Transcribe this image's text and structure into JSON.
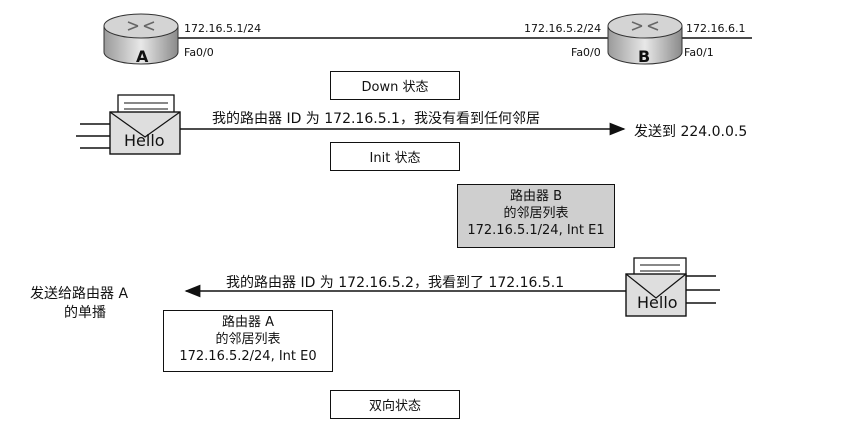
{
  "routers": {
    "a": {
      "letter": "A",
      "ip": "172.16.5.1/24",
      "port": "Fa0/0"
    },
    "b": {
      "letter": "B",
      "ip_left": "172.16.5.2/24",
      "port_left": "Fa0/0",
      "ip_right": "172.16.6.1",
      "port_right": "Fa0/1"
    }
  },
  "states": {
    "down": "Down 状态",
    "init": "Init 状态",
    "two_way": "双向状态"
  },
  "messages": {
    "hello1": "我的路由器 ID 为 172.16.5.1，我没有看到任何邻居",
    "send_multicast": "发送到 224.0.0.5",
    "hello2": "我的路由器 ID 为 172.16.5.2，我看到了 172.16.5.1",
    "send_unicast_line1": "发送给路由器 A",
    "send_unicast_line2": "的单播"
  },
  "packets": {
    "hello_label": "Hello"
  },
  "neighbor_tables": {
    "b": {
      "line1": "路由器 B",
      "line2": "的邻居列表",
      "line3": "172.16.5.1/24, Int E1"
    },
    "a": {
      "line1": "路由器 A",
      "line2": "的邻居列表",
      "line3": "172.16.5.2/24, Int E0"
    }
  }
}
